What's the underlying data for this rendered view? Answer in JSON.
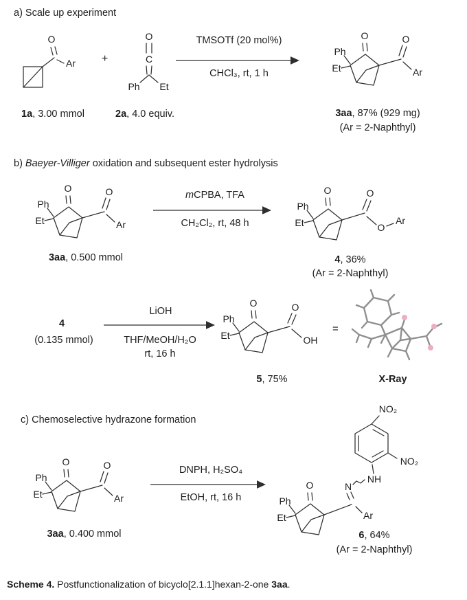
{
  "atoms": {
    "O": "O",
    "C": "C",
    "Ph": "Ph",
    "Et": "Et",
    "Ar": "Ar",
    "OH": "OH",
    "N": "N",
    "NH": "NH",
    "NO2": "NO₂",
    "plus": "+",
    "equals": "="
  },
  "section_a": {
    "heading": "a) Scale up experiment",
    "arrow_above": "TMSOTf (20 mol%)",
    "arrow_below": "CHCl₃, rt, 1 h",
    "reactant1_bold": "1a",
    "reactant1_rest": ", 3.00 mmol",
    "reactant2_bold": "2a",
    "reactant2_rest": ", 4.0 equiv.",
    "product_bold": "3aa",
    "product_rest": ", 87% (929 mg)",
    "product_note": "(Ar = 2-Naphthyl)"
  },
  "section_b": {
    "heading_prefix": "b) ",
    "heading_italic": "Baeyer-Villiger",
    "heading_rest": " oxidation and subsequent ester hydrolysis",
    "rxn1": {
      "reactant_bold": "3aa",
      "reactant_rest": ", 0.500 mmol",
      "arrow_above_italic": "m",
      "arrow_above_rest": "CPBA, TFA",
      "arrow_below": "CH₂Cl₂, rt, 48 h",
      "product_bold": "4",
      "product_rest": ", 36%",
      "product_note": "(Ar = 2-Naphthyl)"
    },
    "rxn2": {
      "reactant_bold": "4",
      "reactant_rest": "(0.135 mmol)",
      "arrow_above": "LiOH",
      "arrow_below1": "THF/MeOH/H₂O",
      "arrow_below2": "rt, 16 h",
      "product_bold": "5",
      "product_rest": ", 75%",
      "equals": "=",
      "xray_label": "X-Ray"
    }
  },
  "section_c": {
    "heading": "c) Chemoselective hydrazone formation",
    "arrow_above": "DNPH, H₂SO₄",
    "arrow_below": "EtOH, rt, 16 h",
    "reactant_bold": "3aa",
    "reactant_rest": ", 0.400 mmol",
    "product_bold": "6",
    "product_rest": ", 64%",
    "product_note": "(Ar = 2-Naphthyl)"
  },
  "caption": {
    "bold1": "Scheme 4.",
    "text": " Postfunctionalization of bicyclo[2.1.1]hexan-2-one ",
    "bold2": "3aa",
    "suffix": "."
  }
}
